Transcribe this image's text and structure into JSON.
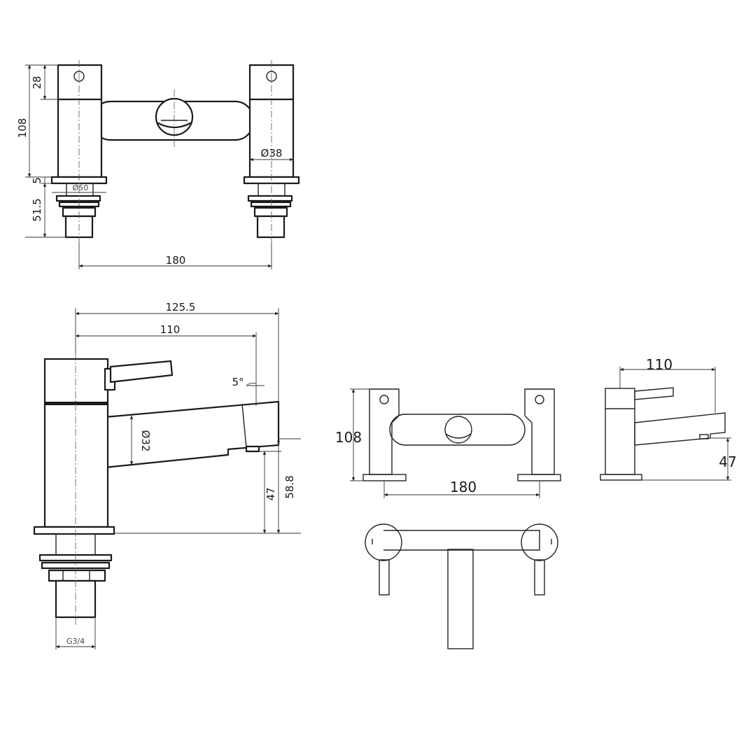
{
  "front_view": {
    "dim_cartridge": "28",
    "dim_height": "108",
    "dim_flange": "5",
    "dim_tail": "51.5",
    "dim_flange_dia": "Ø50",
    "dim_body_dia": "Ø38",
    "dim_centres": "180"
  },
  "side_view": {
    "dim_overall": "125.5",
    "dim_spout": "110",
    "dim_angle": "5°",
    "dim_spout_dia": "Ø32",
    "dim_outlet": "47",
    "dim_spout_top": "58.8",
    "dim_thread": "G3/4"
  },
  "small_front": {
    "dim_height": "108",
    "dim_centres": "180"
  },
  "small_side": {
    "dim_spout": "110",
    "dim_outlet": "47"
  },
  "plan_view": {}
}
